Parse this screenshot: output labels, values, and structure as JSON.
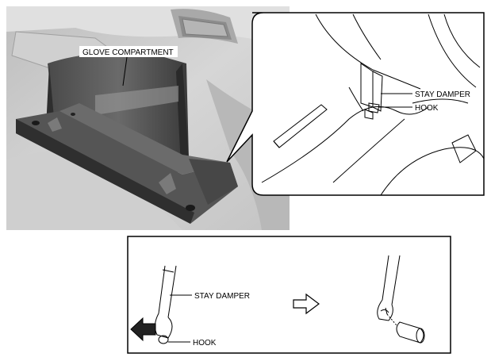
{
  "labels": {
    "glove_compartment": "GLOVE COMPARTMENT",
    "stay_damper": "STAY DAMPER",
    "hook": "HOOK",
    "stay_damper_bottom": "STAY DAMPER",
    "hook_bottom": "HOOK"
  },
  "colors": {
    "photo_bg": "#c9c9c9",
    "panel_border": "#000000",
    "compartment_dark": "#3c3c3c"
  },
  "icons": {
    "step_arrow": "outline-right-arrow",
    "push_arrow": "filled-left-arrow"
  }
}
